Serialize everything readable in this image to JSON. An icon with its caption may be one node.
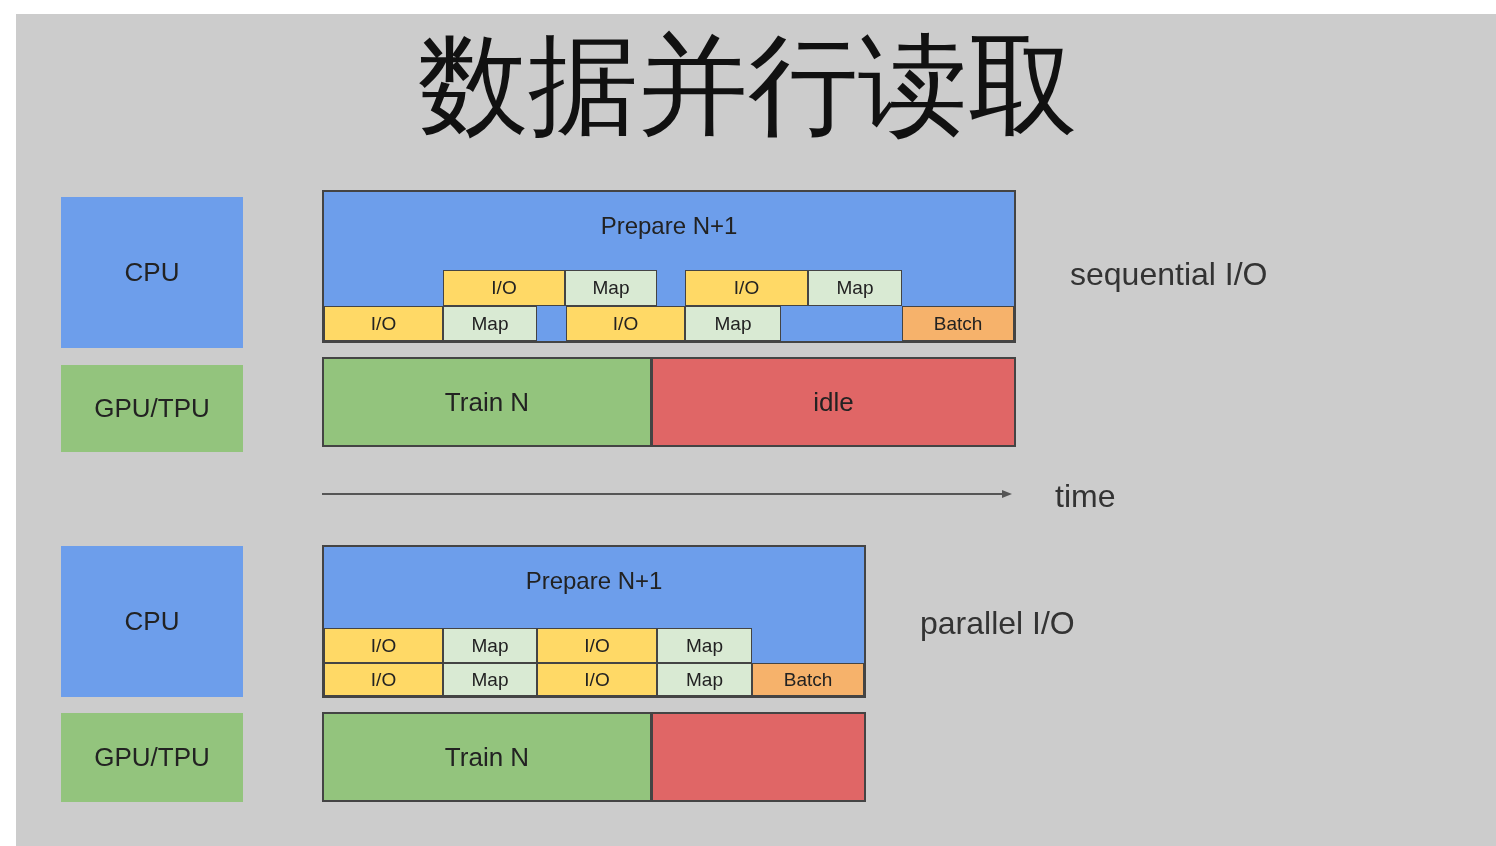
{
  "diagram": {
    "title": "数据并行读取",
    "nodes": [
      {
        "text": [
          "CPU"
        ]
      },
      {
        "text": [
          "Prepare N+1"
        ]
      },
      {
        "text": [
          "I/O"
        ],
        "in": 1
      },
      {
        "text": [
          "Map"
        ],
        "in": 1
      },
      {
        "text": [
          "I/O"
        ],
        "in": 1
      },
      {
        "text": [
          "Map"
        ],
        "in": 1
      },
      {
        "text": [
          "I/O"
        ],
        "in": 1
      },
      {
        "text": [
          "Map"
        ],
        "in": 1
      },
      {
        "text": [
          "I/O"
        ],
        "in": 1
      },
      {
        "text": [
          "Map"
        ],
        "in": 1
      },
      {
        "text": [
          "Batch"
        ],
        "in": 1
      },
      {
        "text": [
          "GPU/TPU"
        ]
      },
      {
        "text": [
          "Train N"
        ]
      },
      {
        "text": [
          "idle"
        ]
      },
      {
        "text": [
          "CPU"
        ]
      },
      {
        "text": [
          "Prepare N+1"
        ]
      },
      {
        "text": [
          "I/O"
        ],
        "in": 15
      },
      {
        "text": [
          "Map"
        ],
        "in": 15
      },
      {
        "text": [
          "I/O"
        ],
        "in": 15
      },
      {
        "text": [
          "Map"
        ],
        "in": 15
      },
      {
        "text": [
          "I/O"
        ],
        "in": 15
      },
      {
        "text": [
          "Map"
        ],
        "in": 15
      },
      {
        "text": [
          "I/O"
        ],
        "in": 15
      },
      {
        "text": [
          "Map"
        ],
        "in": 15
      },
      {
        "text": [
          "Batch"
        ],
        "in": 15
      },
      {
        "text": [
          "GPU/TPU"
        ]
      },
      {
        "text": [
          "Train N"
        ]
      },
      {
        "text": [],
        "shape": "box"
      }
    ],
    "labels": [
      "sequential I/O",
      "time",
      "parallel I/O"
    ]
  }
}
